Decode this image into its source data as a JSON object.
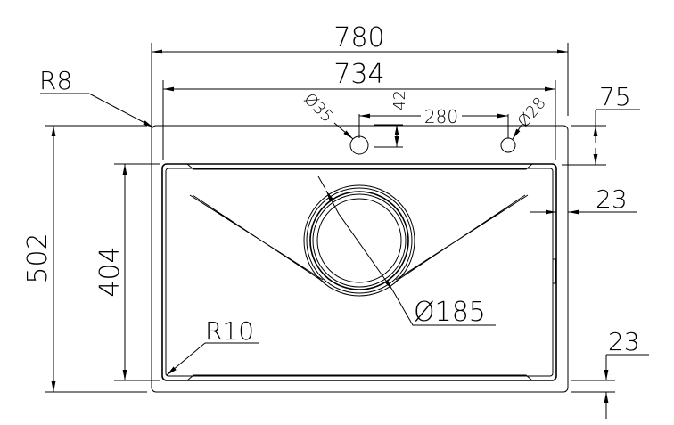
{
  "title": "Kitchen sink dimension drawing",
  "dimensions": {
    "overall_width": "780",
    "inner_width": "734",
    "corner_radius_outer": "R8",
    "tap_hole_left_diameter": "Ø35",
    "tap_hole_right_diameter": "Ø28",
    "tap_hole_offset": "42",
    "tap_hole_spacing": "280",
    "back_deck": "75",
    "side_margin": "23",
    "bottom_margin": "23",
    "overall_depth": "502",
    "bowl_depth": "404",
    "drain_diameter": "Ø185",
    "bowl_corner_radius": "R10"
  },
  "colors": {
    "line": "#000000",
    "background": "#ffffff"
  }
}
